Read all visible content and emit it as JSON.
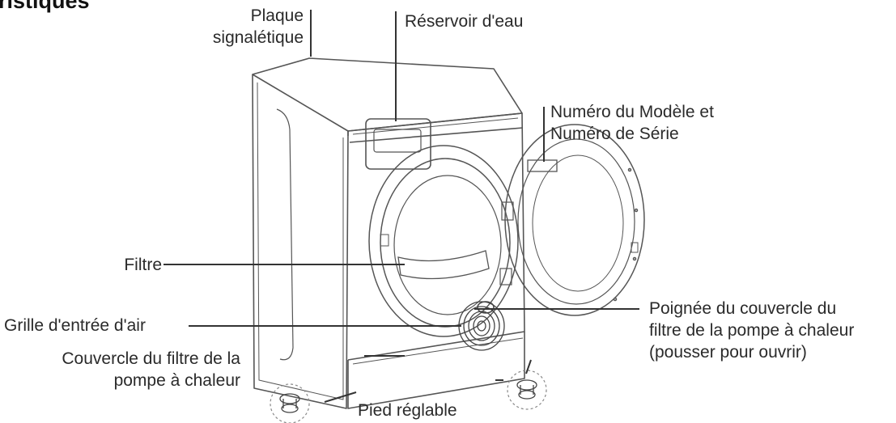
{
  "heading": "ristiques",
  "labels": {
    "plaque": [
      "Plaque",
      "signalétique"
    ],
    "reservoir": "Réservoir d'eau",
    "numero": [
      "Numéro du Modèle et",
      "Numéro de Série"
    ],
    "filtre": "Filtre",
    "grille": "Grille d'entrée d'air",
    "couvercle": [
      "Couvercle du filtre de la",
      "pompe à chaleur"
    ],
    "poignee": [
      "Poignée du couvercle du",
      "filtre de la pompe à chaleur",
      "(pousser pour ouvrir)"
    ],
    "pied": "Pied réglable"
  },
  "colors": {
    "ink": "#1a1a1a",
    "line": "#333333",
    "sketch": "#555555"
  }
}
